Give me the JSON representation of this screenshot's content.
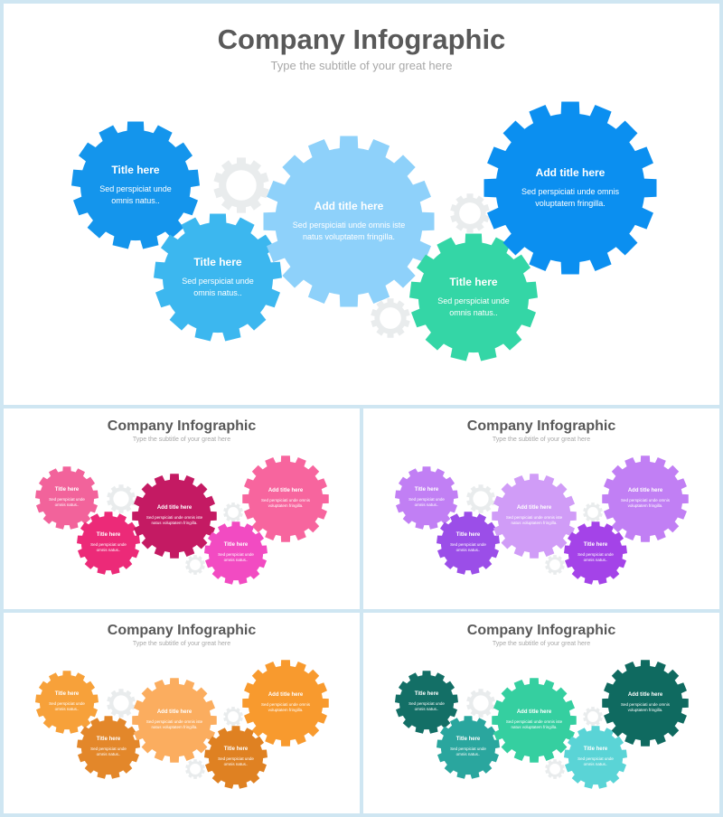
{
  "slides": [
    {
      "title": "Company Infographic",
      "subtitle": "Type the subtitle of your great here",
      "theme": "blue",
      "gears": [
        {
          "title": "Title here",
          "desc": "Sed perspiciat unde omnis natus..",
          "color": "#1495ec"
        },
        {
          "title": "Title here",
          "desc": "Sed perspiciat unde omnis natus..",
          "color": "#3cb7ef"
        },
        {
          "title": "Add title here",
          "desc": "Sed perspiciati unde omnis iste natus voluptatem fringilla.",
          "color": "#8ed1fa"
        },
        {
          "title": "Title here",
          "desc": "Sed perspiciat unde omnis natus..",
          "color": "#34d6a6"
        },
        {
          "title": "Add title here",
          "desc": "Sed perspiciati unde omnis voluptatem fringilla.",
          "color": "#0b8ff0"
        }
      ]
    },
    {
      "title": "Company Infographic",
      "subtitle": "Type the subtitle of your great here",
      "theme": "pink",
      "gears": [
        {
          "title": "Title here",
          "desc": "Sed perspiciat unde omnis natus..",
          "color": "#f2639b"
        },
        {
          "title": "Title here",
          "desc": "Sed perspiciat unde omnis natus..",
          "color": "#ec2a78"
        },
        {
          "title": "Add title here",
          "desc": "Sed perspiciati unde omnis iste natus voluptatem fringilla.",
          "color": "#c41a63"
        },
        {
          "title": "Title here",
          "desc": "Sed perspiciat unde omnis natus..",
          "color": "#f24bc2"
        },
        {
          "title": "Add title here",
          "desc": "Sed perspiciati unde omnis voluptatem fringilla.",
          "color": "#f7659e"
        }
      ]
    },
    {
      "title": "Company Infographic",
      "subtitle": "Type the subtitle of your great here",
      "theme": "purple",
      "gears": [
        {
          "title": "Title here",
          "desc": "Sed perspiciat unde omnis natus..",
          "color": "#c17ff4"
        },
        {
          "title": "Title here",
          "desc": "Sed perspiciat unde omnis natus..",
          "color": "#9b4ee8"
        },
        {
          "title": "Add title here",
          "desc": "Sed perspiciati unde omnis iste natus voluptatem fringilla.",
          "color": "#d09cf7"
        },
        {
          "title": "Title here",
          "desc": "Sed perspiciat unde omnis natus..",
          "color": "#a443e8"
        },
        {
          "title": "Add title here",
          "desc": "Sed perspiciati unde omnis voluptatem fringilla.",
          "color": "#c17ff4"
        }
      ]
    },
    {
      "title": "Company Infographic",
      "subtitle": "Type the subtitle of your great here",
      "theme": "orange",
      "gears": [
        {
          "title": "Title here",
          "desc": "Sed perspiciat unde omnis natus..",
          "color": "#f7a13a"
        },
        {
          "title": "Title here",
          "desc": "Sed perspiciat unde omnis natus..",
          "color": "#e3872a"
        },
        {
          "title": "Add title here",
          "desc": "Sed perspiciati unde omnis iste natus voluptatem fringilla.",
          "color": "#fbad5f"
        },
        {
          "title": "Title here",
          "desc": "Sed perspiciat unde omnis natus..",
          "color": "#df8122"
        },
        {
          "title": "Add title here",
          "desc": "Sed perspiciati unde omnis voluptatem fringilla.",
          "color": "#f89a2e"
        }
      ]
    },
    {
      "title": "Company Infographic",
      "subtitle": "Type the subtitle of your great here",
      "theme": "teal",
      "gears": [
        {
          "title": "Title here",
          "desc": "Sed perspiciat unde omnis natus..",
          "color": "#136f66"
        },
        {
          "title": "Title here",
          "desc": "Sed perspiciat unde omnis natus..",
          "color": "#2aa69e"
        },
        {
          "title": "Add title here",
          "desc": "Sed perspiciati unde omnis iste natus voluptatem fringilla.",
          "color": "#35cfa0"
        },
        {
          "title": "Title here",
          "desc": "Sed perspiciat unde omnis natus..",
          "color": "#5ad4d6"
        },
        {
          "title": "Add title here",
          "desc": "Sed perspiciati unde omnis voluptatem fringilla.",
          "color": "#0f6a60"
        }
      ]
    }
  ],
  "decor_gear_color": "#e9eced",
  "icons": [
    "gear-icon"
  ]
}
